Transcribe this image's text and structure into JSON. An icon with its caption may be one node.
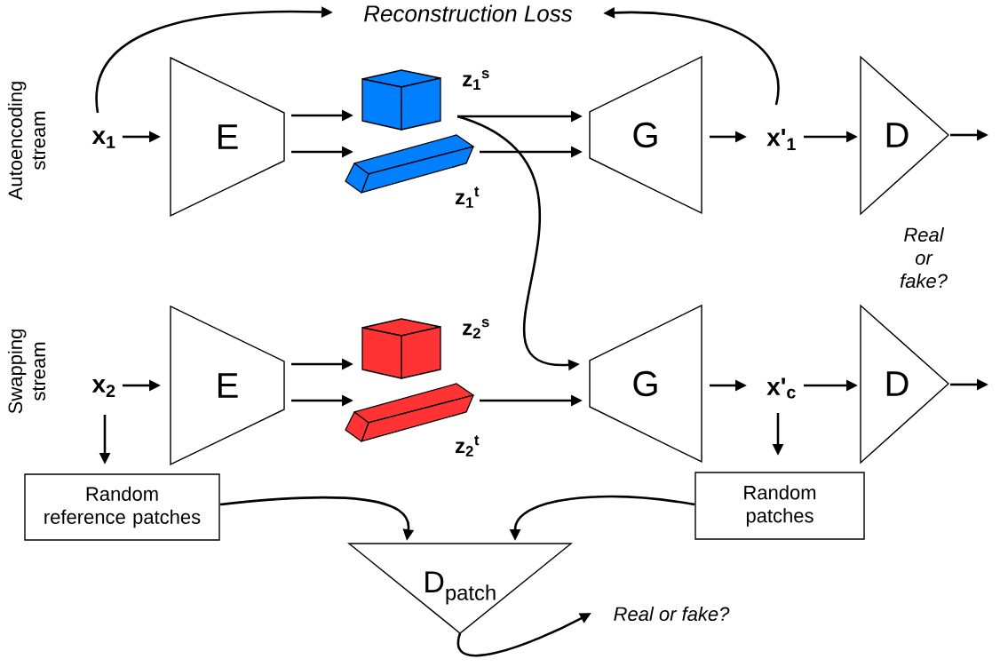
{
  "diagram": {
    "nodes": [
      {
        "text": [
          "Reconstruction Loss"
        ]
      },
      {
        "text": [
          "x$_{1}$"
        ]
      },
      {
        "text": [
          "E"
        ]
      },
      {
        "text": [],
        "shape": "cube",
        "beside": [
          "z$_{1}$$^{s}$"
        ]
      },
      {
        "text": [],
        "shape": "bar",
        "beside": [
          "z$_{1}$$^{t}$"
        ]
      },
      {
        "text": [
          "G"
        ]
      },
      {
        "text": [
          "x'$_{1}$"
        ]
      },
      {
        "text": [
          "D"
        ],
        "beside": [
          "Real or fake?"
        ]
      },
      {
        "text": [
          "x$_{2}$"
        ]
      },
      {
        "text": [
          "E"
        ]
      },
      {
        "text": [],
        "shape": "cube",
        "beside": [
          "z$_{2}$$^{s}$"
        ]
      },
      {
        "text": [],
        "shape": "bar",
        "beside": [
          "z$_{2}$$^{t}$"
        ]
      },
      {
        "text": [
          "G"
        ]
      },
      {
        "text": [
          "x'$_{c}$"
        ]
      },
      {
        "text": [
          "D"
        ]
      },
      {
        "text": [
          "Random reference patches"
        ]
      },
      {
        "text": [
          "Random patches"
        ]
      },
      {
        "text": [
          "D$_{patch}$"
        ]
      },
      {
        "text": [
          "Real or fake?"
        ]
      }
    ],
    "edges": [
      {
        "from": 1,
        "to": 0,
        "arrow": "to"
      },
      {
        "from": 6,
        "to": 0,
        "arrow": "to"
      },
      {
        "from": 1,
        "to": 2,
        "arrow": "to"
      },
      {
        "from": 2,
        "to": 3,
        "arrow": "to"
      },
      {
        "from": 2,
        "to": 4,
        "arrow": "to"
      },
      {
        "from": 3,
        "to": 5,
        "arrow": "to"
      },
      {
        "from": 4,
        "to": 5,
        "arrow": "to"
      },
      {
        "from": 5,
        "to": 6,
        "arrow": "to"
      },
      {
        "from": 6,
        "to": 7,
        "arrow": "to"
      },
      {
        "from": 7,
        "to": null,
        "arrow": "to"
      },
      {
        "from": 3,
        "to": 12,
        "arrow": "to"
      },
      {
        "from": 8,
        "to": 9,
        "arrow": "to"
      },
      {
        "from": 9,
        "to": 10,
        "arrow": "to"
      },
      {
        "from": 9,
        "to": 11,
        "arrow": "to"
      },
      {
        "from": 11,
        "to": 12,
        "arrow": "to"
      },
      {
        "from": 12,
        "to": 13,
        "arrow": "to"
      },
      {
        "from": 13,
        "to": 14,
        "arrow": "to"
      },
      {
        "from": 14,
        "to": null,
        "arrow": "to"
      },
      {
        "from": 8,
        "to": 15,
        "arrow": "to"
      },
      {
        "from": 13,
        "to": 16,
        "arrow": "to"
      },
      {
        "from": 15,
        "to": 17,
        "arrow": "to"
      },
      {
        "from": 16,
        "to": 17,
        "arrow": "to"
      },
      {
        "from": 17,
        "to": 18,
        "arrow": "to"
      }
    ],
    "labels": [
      "Autoencoding stream",
      "Swapping stream"
    ]
  }
}
